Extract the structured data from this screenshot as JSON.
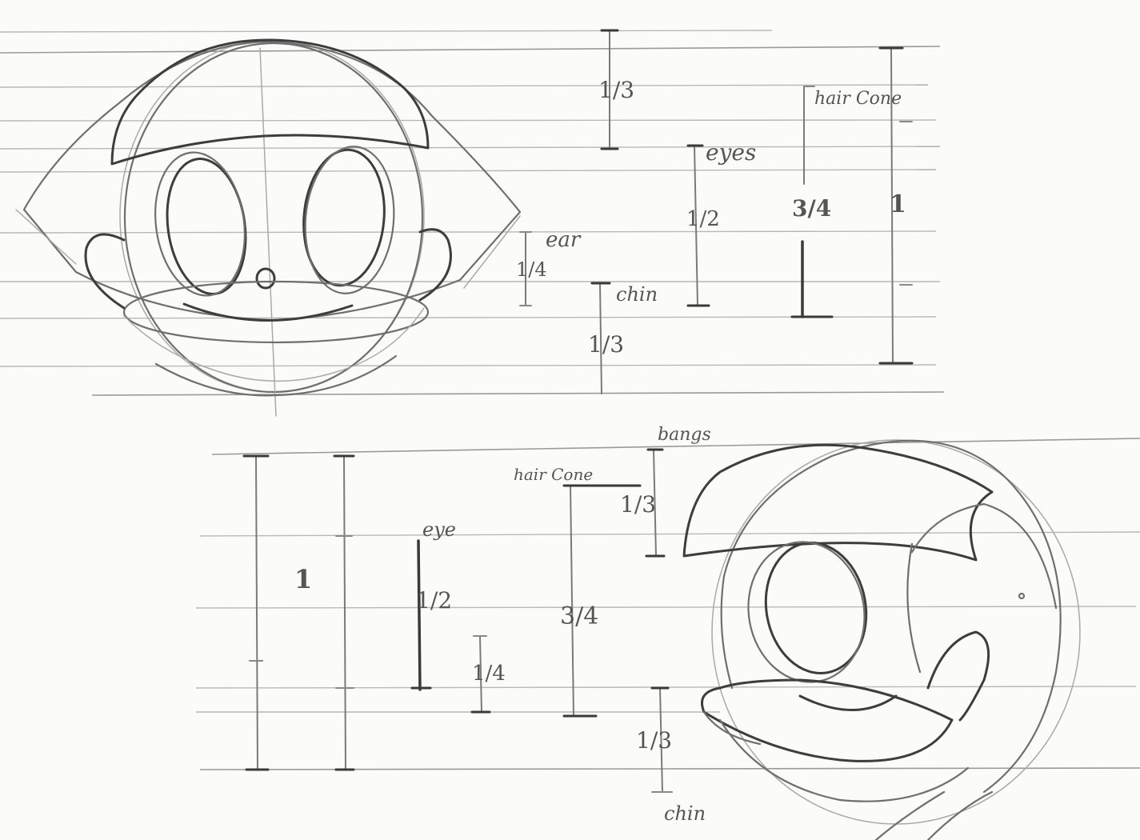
{
  "front_view": {
    "labels": {
      "top_third": "1/3",
      "hair_cone": "hair Cone",
      "eyes": "eyes",
      "ear": "ear",
      "chin": "chin",
      "half": "1/2",
      "quarter": "1/4",
      "bottom_third": "1/3",
      "three_quarters": "3/4",
      "whole": "1"
    }
  },
  "side_view": {
    "labels": {
      "bangs": "bangs",
      "hair_cone": "hair Cone",
      "eye": "eye",
      "top_third": "1/3",
      "half": "1/2",
      "three_quarters": "3/4",
      "quarter": "1/4",
      "whole": "1",
      "bottom_third": "1/3",
      "chin": "chin"
    }
  },
  "colors": {
    "paper": "#fbfbfa",
    "pencil": "#6f6f6f",
    "pencil_dark": "#3d3d3d",
    "guide": "#b8b8b8"
  }
}
